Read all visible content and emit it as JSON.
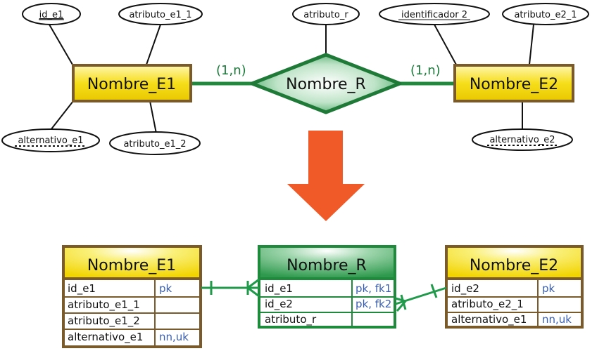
{
  "er": {
    "entity1": {
      "name": "Nombre_E1",
      "attributes": [
        "id_e1",
        "atributo_e1_1",
        "alternativo_e1",
        "atributo_e1_2"
      ]
    },
    "relationship": {
      "name": "Nombre_R",
      "attribute": "atributo_r",
      "left_cardinality": "(1,n)",
      "right_cardinality": "(1,n)"
    },
    "entity2": {
      "name": "Nombre_E2",
      "attributes": [
        "identificador 2",
        "atributo_e2_1",
        "alternativo_e2"
      ]
    }
  },
  "tables": {
    "e1": {
      "title": "Nombre_E1",
      "rows": [
        {
          "col": "id_e1",
          "key": "pk"
        },
        {
          "col": "atributo_e1_1",
          "key": ""
        },
        {
          "col": "atributo_e1_2",
          "key": ""
        },
        {
          "col": "alternativo_e1",
          "key": "nn,uk"
        }
      ]
    },
    "r": {
      "title": "Nombre_R",
      "rows": [
        {
          "col": "id_e1",
          "key": "pk, fk1"
        },
        {
          "col": "id_e2",
          "key": "pk, fk2"
        },
        {
          "col": "atributo_r",
          "key": ""
        }
      ]
    },
    "e2": {
      "title": "Nombre_E2",
      "rows": [
        {
          "col": "id_e2",
          "key": "pk"
        },
        {
          "col": "atributo_e2_1",
          "key": ""
        },
        {
          "col": "alternativo_e1",
          "key": "nn,uk"
        }
      ]
    }
  },
  "colors": {
    "entity_fill": "#f5dc14",
    "entity_border": "#7a5a2a",
    "relation_green": "#1f8a3c",
    "arrow": "#f05a28",
    "key_blue": "#3b5fb0"
  }
}
